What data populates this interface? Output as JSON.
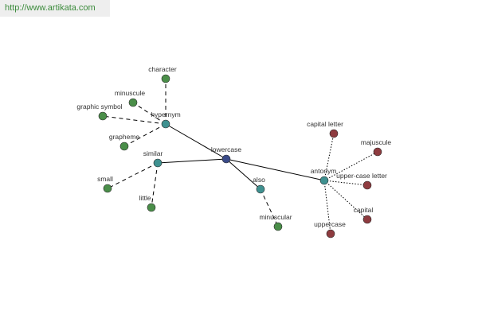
{
  "header": {
    "url": "http://www.artikata.com"
  },
  "colors": {
    "center": "#3a4a88",
    "relation": "#3f9190",
    "green_leaf": "#4a8e49",
    "red_leaf": "#8e3b3f",
    "edge": "#000000"
  },
  "graph": {
    "center": "lowercase",
    "relations": [
      {
        "label": "hypernym",
        "edge_style": "dashed",
        "leaf_color": "green",
        "leaves": [
          "character",
          "minuscule",
          "graphic symbol",
          "grapheme"
        ]
      },
      {
        "label": "similar",
        "edge_style": "dashed",
        "leaf_color": "green",
        "leaves": [
          "small",
          "little"
        ]
      },
      {
        "label": "also",
        "edge_style": "dashed",
        "leaf_color": "green",
        "leaves": [
          "minuscular"
        ]
      },
      {
        "label": "antonym",
        "edge_style": "dotted",
        "leaf_color": "red",
        "leaves": [
          "capital letter",
          "majuscule",
          "upper-case letter",
          "capital",
          "uppercase"
        ]
      }
    ]
  }
}
